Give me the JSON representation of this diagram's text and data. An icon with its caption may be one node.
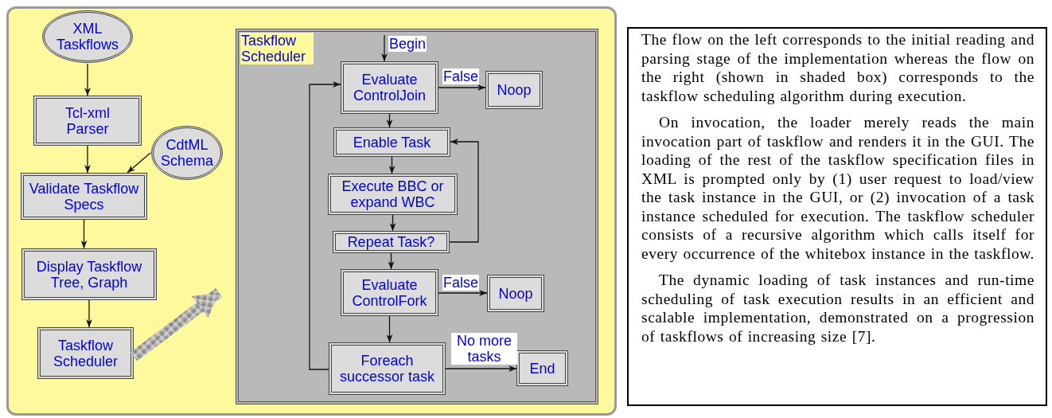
{
  "diagram": {
    "nodes": [
      {
        "text": [],
        "shape": "box"
      },
      {
        "text": [
          "XML Taskflows"
        ],
        "in": 0
      },
      {
        "text": [
          "Tcl-xml Parser"
        ],
        "in": 0
      },
      {
        "text": [
          "CdtML Schema"
        ],
        "in": 0
      },
      {
        "text": [
          "Validate Taskflow Specs"
        ],
        "in": 0
      },
      {
        "text": [
          "Display Taskflow Tree, Graph"
        ],
        "in": 0
      },
      {
        "text": [
          "Taskflow Scheduler"
        ],
        "in": 0
      },
      {
        "text": [
          "Taskflow Scheduler"
        ],
        "in": 0
      },
      {
        "text": [
          "Evaluate ControlJoin"
        ],
        "in": 7
      },
      {
        "text": [
          "Noop"
        ],
        "in": 7
      },
      {
        "text": [
          "Enable Task"
        ],
        "in": 7
      },
      {
        "text": [
          "Execute BBC or expand WBC"
        ],
        "in": 7
      },
      {
        "text": [
          "Repeat Task?"
        ],
        "in": 7
      },
      {
        "text": [
          "Evaluate ControlFork"
        ],
        "in": 7
      },
      {
        "text": [
          "Noop"
        ],
        "in": 7
      },
      {
        "text": [
          "Foreach successor task"
        ],
        "in": 7
      },
      {
        "text": [
          "End"
        ],
        "in": 7
      },
      {
        "text": [
          "The flow on the left corresponds to the initial reading and parsing stage of the implementation whereas the flow on the right (shown in shaded box) corresponds to the taskflow scheduling algorithm during execution.",
          "On invocation, the loader merely reads the main invocation part of taskflow and renders it in the GUI. The loading of the rest of the taskflow specification files in XML is prompted only by (1) user request to load/view the task instance in the GUI, or (2) invocation of a task instance scheduled for execution. The taskflow scheduler consists of a recursive algorithm which calls itself for every occurrence of the whitebox instance in the taskflow.",
          "The dynamic loading of task instances and run-time scheduling of task execution results in an efficient and scalable implementation, demonstrated on a progression of taskflows of increasing size [7]."
        ]
      }
    ],
    "edges": [
      {
        "from": 1,
        "to": 2,
        "arrow": "to"
      },
      {
        "from": 2,
        "to": 4,
        "arrow": "to"
      },
      {
        "from": 3,
        "to": 4,
        "arrow": "to"
      },
      {
        "from": 4,
        "to": 5,
        "arrow": "to"
      },
      {
        "from": 5,
        "to": 6,
        "arrow": "to"
      },
      {
        "from": 6,
        "to": 7,
        "arrow": "to",
        "style": "thick",
        "color": "#a8a8a8"
      },
      {
        "from": null,
        "to": 8,
        "arrow": "to",
        "label": "Begin"
      },
      {
        "from": 8,
        "to": 9,
        "arrow": "to",
        "label": "False"
      },
      {
        "from": 8,
        "to": 10,
        "arrow": "to"
      },
      {
        "from": 10,
        "to": 11,
        "arrow": "to"
      },
      {
        "from": 11,
        "to": 12,
        "arrow": "to"
      },
      {
        "from": 12,
        "to": 10,
        "arrow": "to"
      },
      {
        "from": 12,
        "to": 13,
        "arrow": "to"
      },
      {
        "from": 13,
        "to": 14,
        "arrow": "to",
        "label": "False"
      },
      {
        "from": 13,
        "to": 15,
        "arrow": "to"
      },
      {
        "from": 15,
        "to": 16,
        "arrow": "to",
        "label": "No more tasks"
      },
      {
        "from": 15,
        "to": 8,
        "arrow": "to"
      }
    ]
  }
}
